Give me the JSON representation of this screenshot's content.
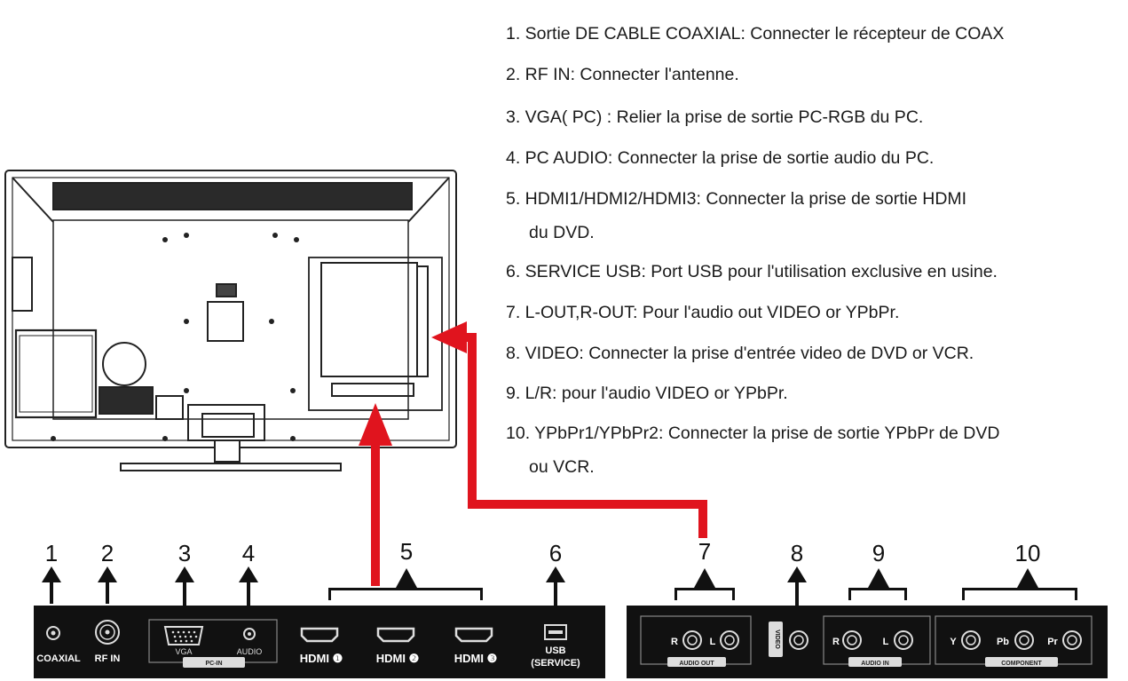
{
  "legend": {
    "items": [
      "1. Sortie DE CABLE COAXIAL: Connecter le récepteur de COAX",
      "2. RF IN: Connecter l'antenne.",
      "3. VGA( PC) : Relier la prise de sortie PC-RGB du PC.",
      "4. PC AUDIO: Connecter la prise de sortie audio du PC.",
      "5. HDMI1/HDMI2/HDMI3: Connecter la prise de sortie HDMI",
      "du DVD.",
      "6. SERVICE USB: Port USB pour l'utilisation exclusive en usine.",
      "7. L-OUT,R-OUT: Pour  l'audio out VIDEO or YPbPr.",
      "8. VIDEO: Connecter la prise d'entrée video de DVD or VCR.",
      "9. L/R:  pour l'audio VIDEO or YPbPr.",
      "10. YPbPr1/YPbPr2: Connecter la prise de sortie YPbPr de DVD",
      "ou VCR."
    ]
  },
  "numbers": [
    "1",
    "2",
    "3",
    "4",
    "5",
    "6",
    "7",
    "8",
    "9",
    "10"
  ],
  "panel_left": {
    "coaxial": "COAXIAL",
    "rf_in": "RF IN",
    "vga": "VGA",
    "audio": "AUDIO",
    "pc_in": "PC-IN",
    "hdmi1": "HDMI ❶",
    "hdmi2": "HDMI ❷",
    "hdmi3": "HDMI ❸",
    "usb": "USB",
    "service": "(SERVICE)"
  },
  "panel_right": {
    "r": "R",
    "l": "L",
    "audio_out": "AUDIO OUT",
    "video": "VIDEO",
    "audio_in": "AUDIO IN",
    "y": "Y",
    "pb": "Pb",
    "pr": "Pr",
    "component": "COMPONENT"
  },
  "colors": {
    "arrow_red": "#e0141e",
    "panel": "#111111",
    "tv_outline": "#222222"
  }
}
